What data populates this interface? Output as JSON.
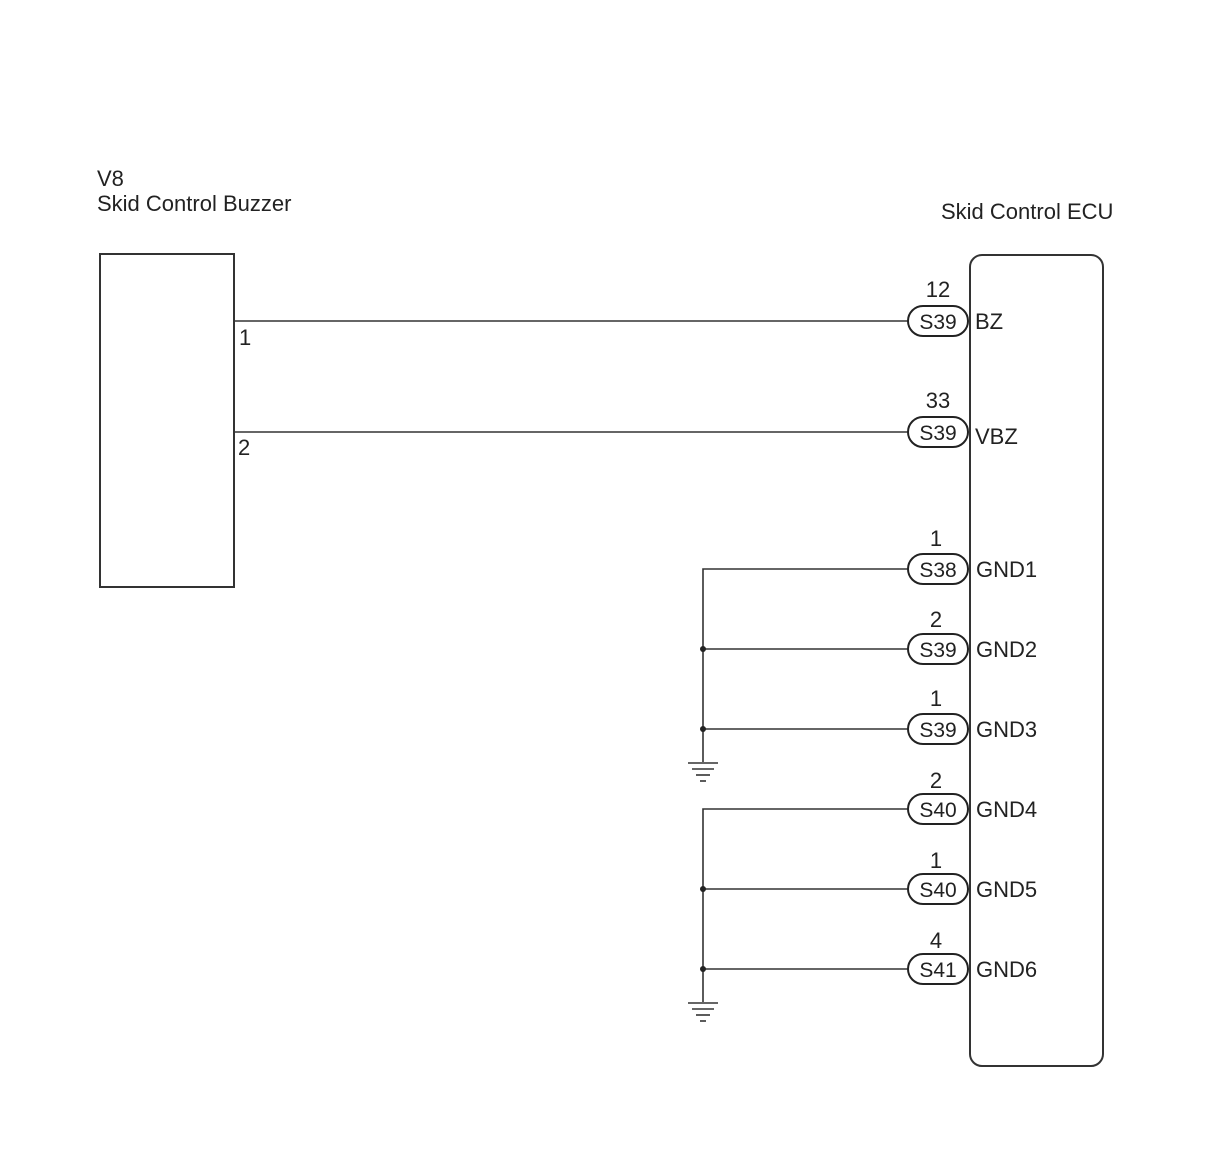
{
  "buzzer": {
    "code": "V8",
    "name": "Skid Control Buzzer",
    "pins": [
      "1",
      "2"
    ]
  },
  "ecu": {
    "name": "Skid Control ECU"
  },
  "terminals": [
    {
      "pin": "12",
      "connector": "S39",
      "signal": "BZ"
    },
    {
      "pin": "33",
      "connector": "S39",
      "signal": "VBZ"
    },
    {
      "pin": "1",
      "connector": "S38",
      "signal": "GND1"
    },
    {
      "pin": "2",
      "connector": "S39",
      "signal": "GND2"
    },
    {
      "pin": "1",
      "connector": "S39",
      "signal": "GND3"
    },
    {
      "pin": "2",
      "connector": "S40",
      "signal": "GND4"
    },
    {
      "pin": "1",
      "connector": "S40",
      "signal": "GND5"
    },
    {
      "pin": "4",
      "connector": "S41",
      "signal": "GND6"
    }
  ]
}
